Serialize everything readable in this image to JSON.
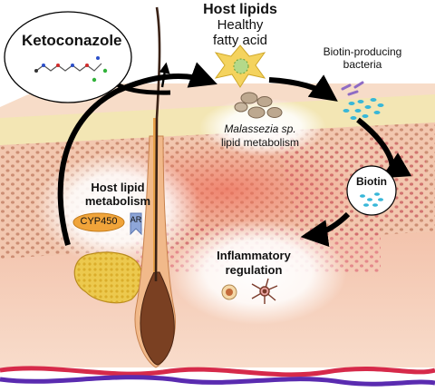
{
  "labels": {
    "ketoconazole": "Ketoconazole",
    "host_lipids": "Host lipids",
    "healthy_fatty_acid_line1": "Healthy",
    "healthy_fatty_acid_line2": "fatty acid",
    "biotin_producing_line1": "Biotin-producing",
    "biotin_producing_line2": "bacteria",
    "malassezia_line1": "Malassezia sp.",
    "malassezia_line2": "lipid metabolism",
    "host_lipid_metabolism_line1": "Host lipid",
    "host_lipid_metabolism_line2": "metabolism",
    "cyp450": "CYP450",
    "ar": "AR",
    "biotin": "Biotin",
    "inflammatory_line1": "Inflammatory",
    "inflammatory_line2": "regulation"
  },
  "colors": {
    "epidermis": "#f4c9ad",
    "stratum_corneum": "#f3e7b8",
    "dermis": "#f6d3c0",
    "inflamed_zone": "#f08a78",
    "arrow": "#000000",
    "fatty_acid_star": "#f4d35e",
    "malassezia_cell": "#bda88f",
    "biotin_bacteria": "#38b7d8",
    "bacteria_purple": "#8e6bc4",
    "cyp450_badge": "#f0a43a",
    "ar_receptor": "#8ea6d8",
    "sebaceous_gland": "#e8c64a",
    "hair_bulb": "#6b3a22",
    "blood_vessel_red": "#d62a4a",
    "blood_vessel_blue": "#5a2bb0"
  },
  "icons": [
    "ketoconazole-molecule-icon",
    "fatty-acid-star-icon",
    "malassezia-yeast-icon",
    "bacteria-cluster-icon",
    "biotin-molecule-icon",
    "ar-receptor-icon",
    "lymphocyte-icon",
    "dendritic-cell-icon",
    "hair-follicle-icon"
  ]
}
